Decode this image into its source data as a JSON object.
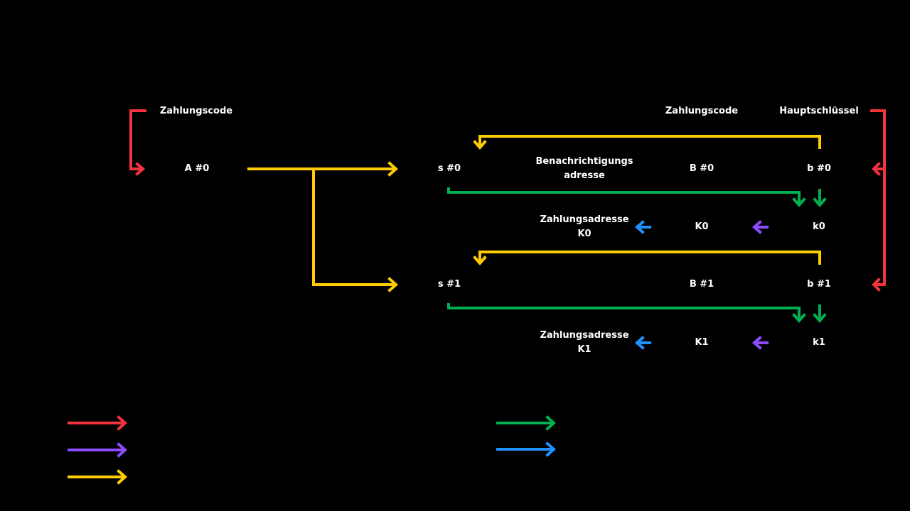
{
  "colors": {
    "background": "#000000",
    "text": "#ffffff",
    "red": "#f5333f",
    "purple": "#8c4dff",
    "yellow": "#ffcc00",
    "green": "#00b050",
    "blue": "#1e90ff"
  },
  "labels": {
    "zahlungscode_left": "Zahlungscode",
    "a0": "A #0",
    "zahlungscode_right": "Zahlungscode",
    "hauptschluessel": "Hauptschlüssel",
    "s0": "s #0",
    "benachrichtigung_line1": "Benachrichtigungs",
    "benachrichtigung_line2": "adresse",
    "B0": "B #0",
    "b0": "b #0",
    "zahlungsadresse0_line1": "Zahlungsadresse",
    "zahlungsadresse0_line2": "K0",
    "K0": "K0",
    "k0": "k0",
    "s1": "s #1",
    "B1": "B #1",
    "b1": "b #1",
    "zahlungsadresse1_line1": "Zahlungsadresse",
    "zahlungsadresse1_line2": "K1",
    "K1": "K1",
    "k1": "k1"
  },
  "legend": [
    {
      "color": "red"
    },
    {
      "color": "purple"
    },
    {
      "color": "yellow"
    },
    {
      "color": "green"
    },
    {
      "color": "blue"
    }
  ]
}
